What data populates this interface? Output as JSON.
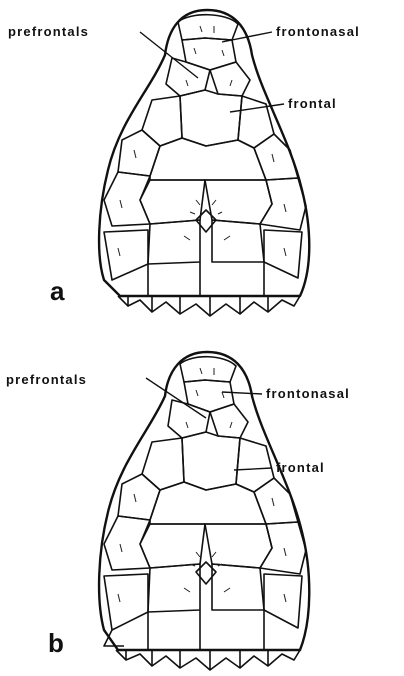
{
  "panels": [
    {
      "letter": "a",
      "labels": {
        "prefrontals": "prefrontals",
        "frontonasal": "frontonasal",
        "frontal": "frontal"
      }
    },
    {
      "letter": "b",
      "labels": {
        "prefrontals": "prefrontals",
        "frontonasal": "frontonasal",
        "frontal": "frontal"
      }
    }
  ],
  "colors": {
    "ink": "#111111",
    "background": "#ffffff"
  }
}
